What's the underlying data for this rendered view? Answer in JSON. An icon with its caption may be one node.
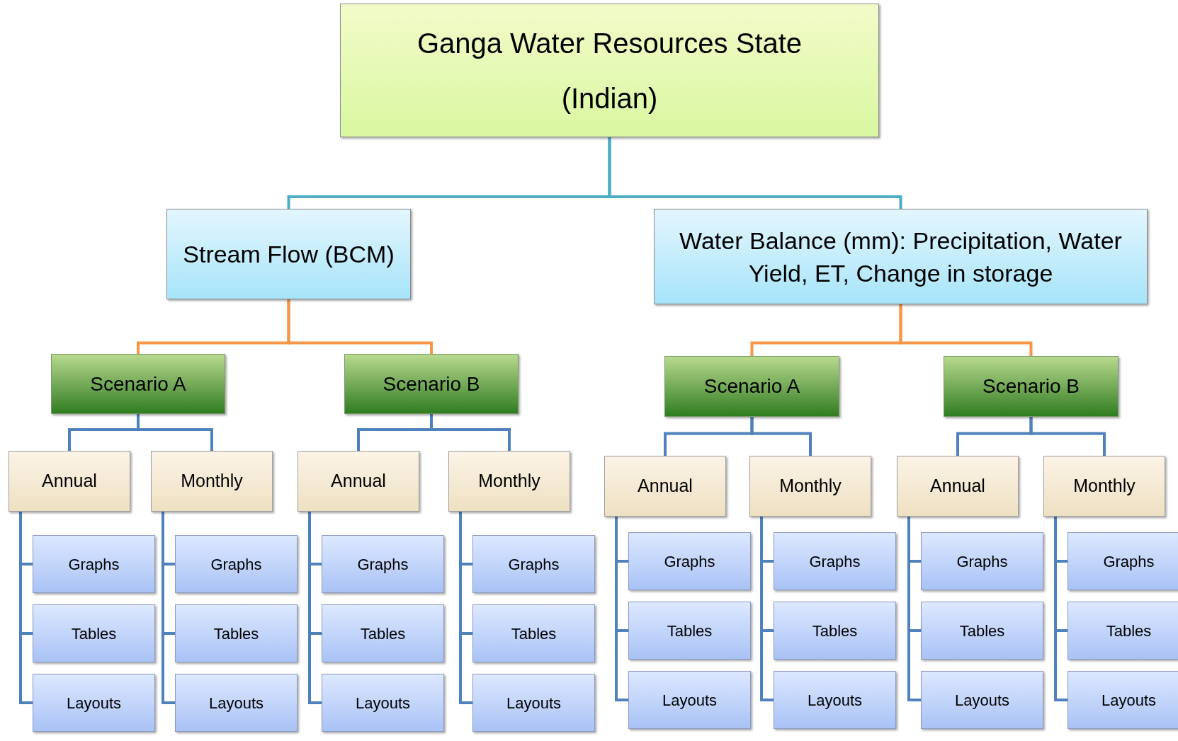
{
  "diagram": {
    "nodes": [
      {
        "text": [
          "Ganga Water Resources State (Indian)"
        ]
      },
      {
        "text": [
          "Stream Flow (BCM)"
        ]
      },
      {
        "text": [
          "Water Balance (mm): Precipitation, Water Yield, ET, Change in storage"
        ]
      },
      {
        "text": [
          "Scenario A"
        ]
      },
      {
        "text": [
          "Scenario B"
        ]
      },
      {
        "text": [
          "Scenario A"
        ]
      },
      {
        "text": [
          "Scenario B"
        ]
      },
      {
        "text": [
          "Annual"
        ]
      },
      {
        "text": [
          "Monthly"
        ]
      },
      {
        "text": [
          "Annual"
        ]
      },
      {
        "text": [
          "Monthly"
        ]
      },
      {
        "text": [
          "Annual"
        ]
      },
      {
        "text": [
          "Monthly"
        ]
      },
      {
        "text": [
          "Annual"
        ]
      },
      {
        "text": [
          "Monthly"
        ]
      },
      {
        "text": [
          "Graphs"
        ]
      },
      {
        "text": [
          "Tables"
        ]
      },
      {
        "text": [
          "Layouts"
        ]
      },
      {
        "text": [
          "Graphs"
        ]
      },
      {
        "text": [
          "Tables"
        ]
      },
      {
        "text": [
          "Layouts"
        ]
      },
      {
        "text": [
          "Graphs"
        ]
      },
      {
        "text": [
          "Tables"
        ]
      },
      {
        "text": [
          "Layouts"
        ]
      },
      {
        "text": [
          "Graphs"
        ]
      },
      {
        "text": [
          "Tables"
        ]
      },
      {
        "text": [
          "Layouts"
        ]
      },
      {
        "text": [
          "Graphs"
        ]
      },
      {
        "text": [
          "Tables"
        ]
      },
      {
        "text": [
          "Layouts"
        ]
      },
      {
        "text": [
          "Graphs"
        ]
      },
      {
        "text": [
          "Tables"
        ]
      },
      {
        "text": [
          "Layouts"
        ]
      },
      {
        "text": [
          "Graphs"
        ]
      },
      {
        "text": [
          "Tables"
        ]
      },
      {
        "text": [
          "Layouts"
        ]
      },
      {
        "text": [
          "Graphs"
        ]
      },
      {
        "text": [
          "Tables"
        ]
      },
      {
        "text": [
          "Layouts"
        ]
      }
    ],
    "edges": [
      {
        "from": 0,
        "to": 1,
        "arrow": "none",
        "color": "#4bacc6"
      },
      {
        "from": 0,
        "to": 2,
        "arrow": "none",
        "color": "#4bacc6"
      },
      {
        "from": 1,
        "to": 3,
        "arrow": "none",
        "color": "#f79646"
      },
      {
        "from": 1,
        "to": 4,
        "arrow": "none",
        "color": "#f79646"
      },
      {
        "from": 2,
        "to": 5,
        "arrow": "none",
        "color": "#f79646"
      },
      {
        "from": 2,
        "to": 6,
        "arrow": "none",
        "color": "#f79646"
      },
      {
        "from": 3,
        "to": 7,
        "arrow": "none"
      },
      {
        "from": 3,
        "to": 8,
        "arrow": "none"
      },
      {
        "from": 4,
        "to": 9,
        "arrow": "none"
      },
      {
        "from": 4,
        "to": 10,
        "arrow": "none"
      },
      {
        "from": 5,
        "to": 11,
        "arrow": "none"
      },
      {
        "from": 5,
        "to": 12,
        "arrow": "none"
      },
      {
        "from": 6,
        "to": 13,
        "arrow": "none"
      },
      {
        "from": 6,
        "to": 14,
        "arrow": "none"
      },
      {
        "from": 7,
        "to": 15,
        "arrow": "none"
      },
      {
        "from": 7,
        "to": 16,
        "arrow": "none"
      },
      {
        "from": 7,
        "to": 17,
        "arrow": "none"
      },
      {
        "from": 8,
        "to": 18,
        "arrow": "none"
      },
      {
        "from": 8,
        "to": 19,
        "arrow": "none"
      },
      {
        "from": 8,
        "to": 20,
        "arrow": "none"
      },
      {
        "from": 9,
        "to": 21,
        "arrow": "none"
      },
      {
        "from": 9,
        "to": 22,
        "arrow": "none"
      },
      {
        "from": 9,
        "to": 23,
        "arrow": "none"
      },
      {
        "from": 10,
        "to": 24,
        "arrow": "none"
      },
      {
        "from": 10,
        "to": 25,
        "arrow": "none"
      },
      {
        "from": 10,
        "to": 26,
        "arrow": "none"
      },
      {
        "from": 11,
        "to": 27,
        "arrow": "none"
      },
      {
        "from": 11,
        "to": 28,
        "arrow": "none"
      },
      {
        "from": 11,
        "to": 29,
        "arrow": "none"
      },
      {
        "from": 12,
        "to": 30,
        "arrow": "none"
      },
      {
        "from": 12,
        "to": 31,
        "arrow": "none"
      },
      {
        "from": 12,
        "to": 32,
        "arrow": "none"
      },
      {
        "from": 13,
        "to": 33,
        "arrow": "none"
      },
      {
        "from": 13,
        "to": 34,
        "arrow": "none"
      },
      {
        "from": 13,
        "to": 35,
        "arrow": "none"
      },
      {
        "from": 14,
        "to": 36,
        "arrow": "none"
      },
      {
        "from": 14,
        "to": 37,
        "arrow": "none"
      },
      {
        "from": 14,
        "to": 38,
        "arrow": "none"
      }
    ]
  }
}
